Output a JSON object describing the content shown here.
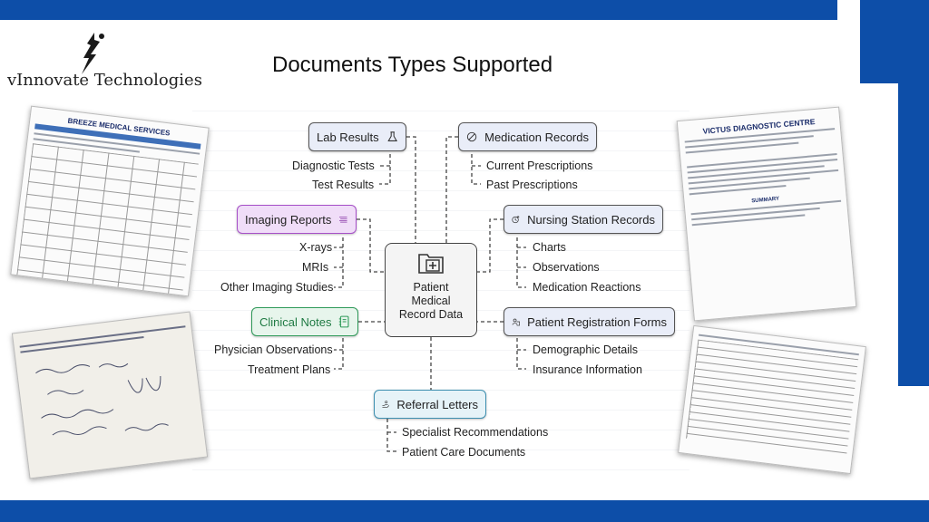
{
  "colors": {
    "brand_blue": "#0d4ea8",
    "lab_fill": "#e9edf8",
    "medication_fill": "#e9edf8",
    "imaging_fill": "#f0ddf8",
    "imaging_border": "#a64fc8",
    "clinical_fill": "#e7f5ec",
    "clinical_border": "#2f9a59",
    "nursing_fill": "#e9edf8",
    "registration_fill": "#e9edf8",
    "referral_fill": "#e6f3f8",
    "referral_border": "#3d8fb0"
  },
  "brand": {
    "company": "vInnovate Technologies"
  },
  "slide": {
    "title": "Documents Types Supported"
  },
  "diagram": {
    "center": {
      "label": "Patient Medical Record Data",
      "icon": "folder-medical-icon"
    },
    "lab_results": {
      "label": "Lab Results",
      "icon": "flask-icon",
      "items": [
        "Diagnostic Tests",
        "Test Results"
      ]
    },
    "medication_records": {
      "label": "Medication Records",
      "icon": "pill-icon",
      "items": [
        "Current Prescriptions",
        "Past Prescriptions"
      ]
    },
    "imaging_reports": {
      "label": "Imaging Reports",
      "icon": "scan-icon",
      "items": [
        "X-rays",
        "MRIs",
        "Other Imaging Studies"
      ]
    },
    "nursing_station_records": {
      "label": "Nursing Station Records",
      "icon": "clock-plus-icon",
      "items": [
        "Charts",
        "Observations",
        "Medication Reactions"
      ]
    },
    "clinical_notes": {
      "label": "Clinical Notes",
      "icon": "notebook-icon",
      "items": [
        "Physician Observations",
        "Treatment Plans"
      ]
    },
    "patient_registration_forms": {
      "label": "Patient Registration Forms",
      "icon": "id-card-icon",
      "items": [
        "Demographic Details",
        "Insurance Information"
      ]
    },
    "referral_letters": {
      "label": "Referral Letters",
      "icon": "hand-person-icon",
      "items": [
        "Specialist Recommendations",
        "Patient Care Documents"
      ]
    }
  },
  "documents": {
    "breeze_title": "BREEZE MEDICAL SERVICES",
    "victus_title": "VICTUS DIAGNOSTIC CENTRE",
    "victus_summary": "SUMMARY"
  }
}
